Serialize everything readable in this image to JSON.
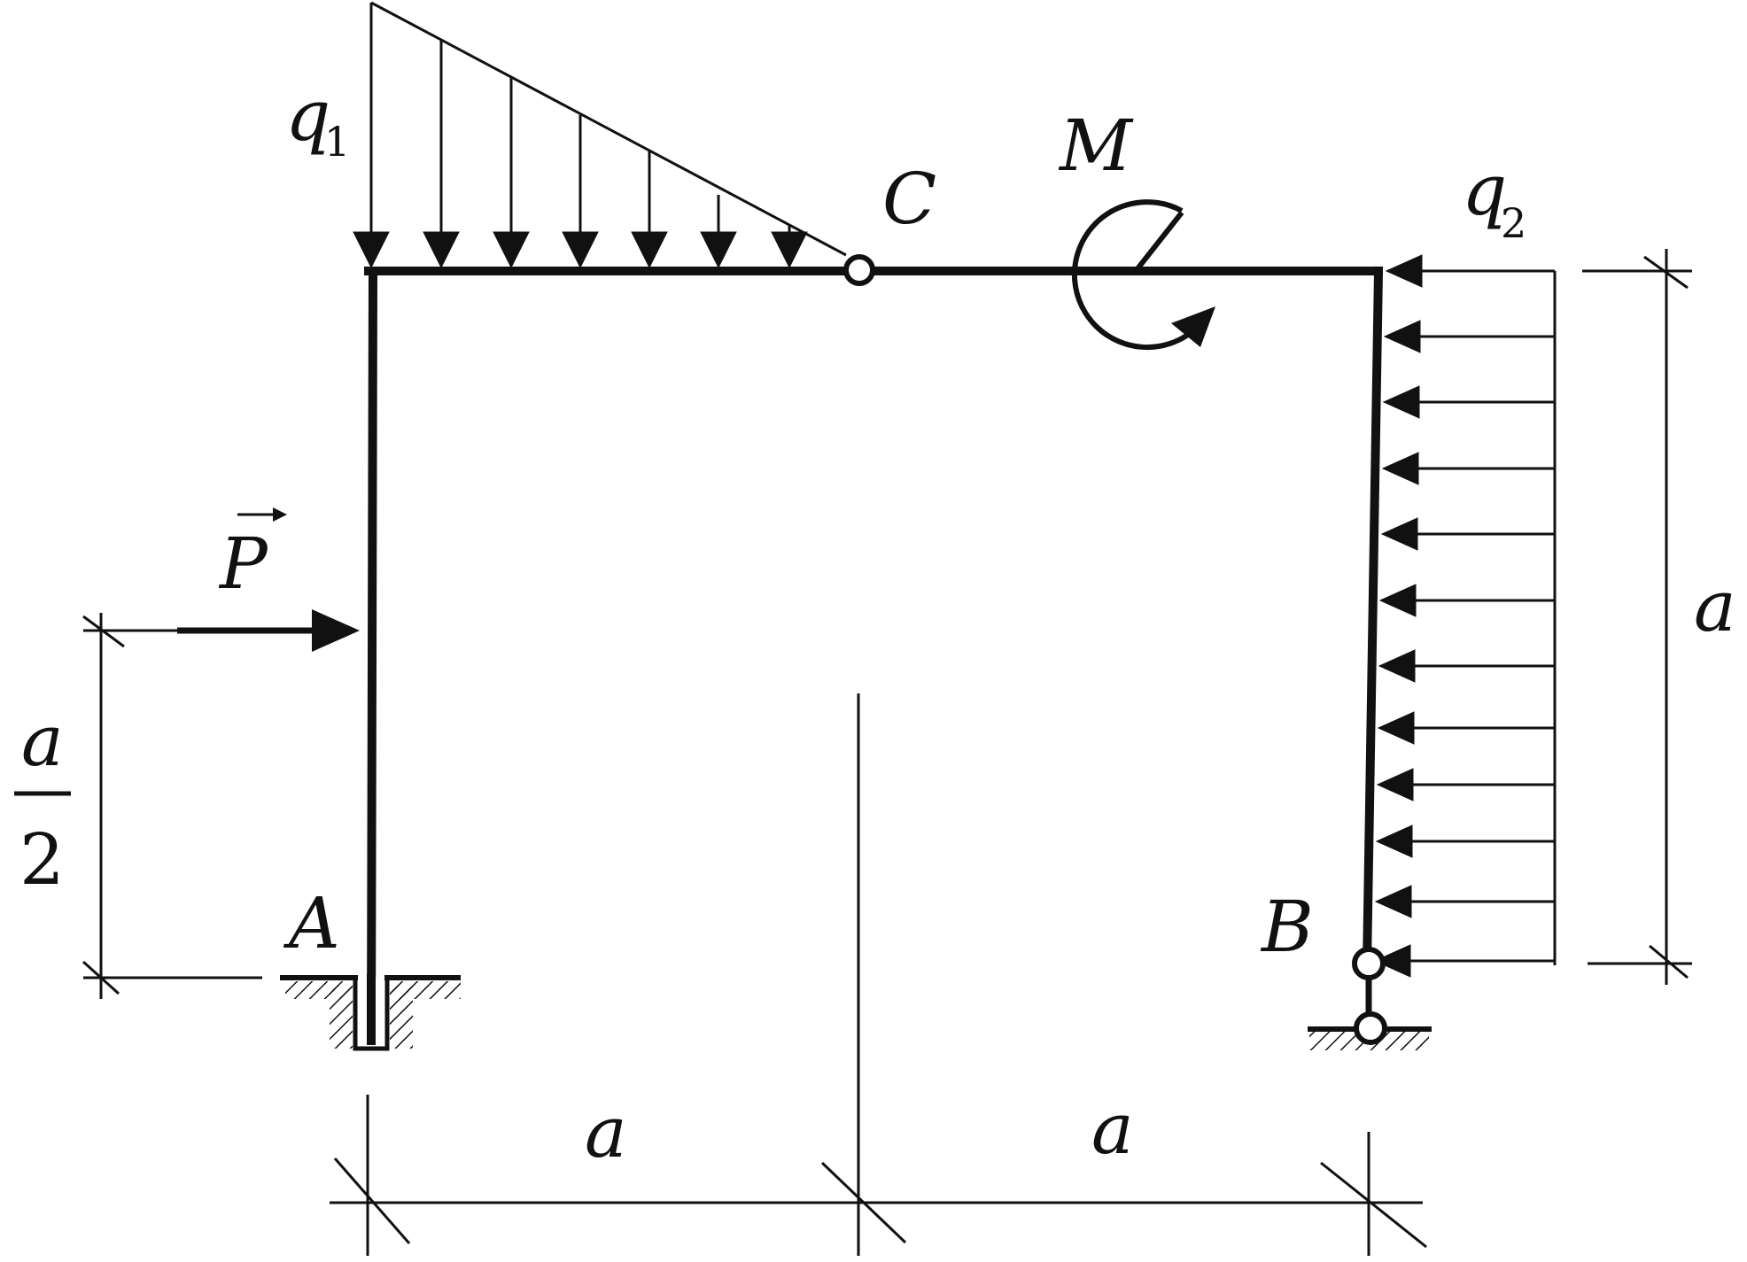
{
  "labels": {
    "q1": "q",
    "q1_sub": "1",
    "q2": "q",
    "q2_sub": "2",
    "M": "M",
    "C": "C",
    "A": "A",
    "B": "B",
    "P": "P",
    "dim_left": "a",
    "dim_right": "a",
    "dim_vertical": "a",
    "half_num": "a",
    "half_den": "2"
  },
  "colors": {
    "ink": "#111111",
    "background": "#ffffff"
  }
}
